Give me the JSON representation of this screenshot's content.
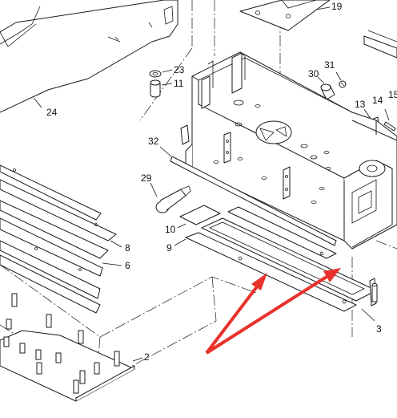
{
  "figure": {
    "part_labels": [
      {
        "id": "19",
        "text": "19"
      },
      {
        "id": "23",
        "text": "23"
      },
      {
        "id": "11",
        "text": "11"
      },
      {
        "id": "31",
        "text": "31"
      },
      {
        "id": "30",
        "text": "30"
      },
      {
        "id": "13",
        "text": "13"
      },
      {
        "id": "14",
        "text": "14"
      },
      {
        "id": "15",
        "text": "15"
      },
      {
        "id": "24",
        "text": "24"
      },
      {
        "id": "32",
        "text": "32"
      },
      {
        "id": "29",
        "text": "29"
      },
      {
        "id": "10",
        "text": "10"
      },
      {
        "id": "9",
        "text": "9"
      },
      {
        "id": "8",
        "text": "8"
      },
      {
        "id": "6",
        "text": "6"
      },
      {
        "id": "3",
        "text": "3"
      },
      {
        "id": "2",
        "text": "2"
      }
    ],
    "colors": {
      "line": "#1a1a1a",
      "arrow": "#e8322b",
      "background": "#ffffff"
    },
    "annotation": {
      "type": "red-arrows",
      "count": 2
    }
  }
}
